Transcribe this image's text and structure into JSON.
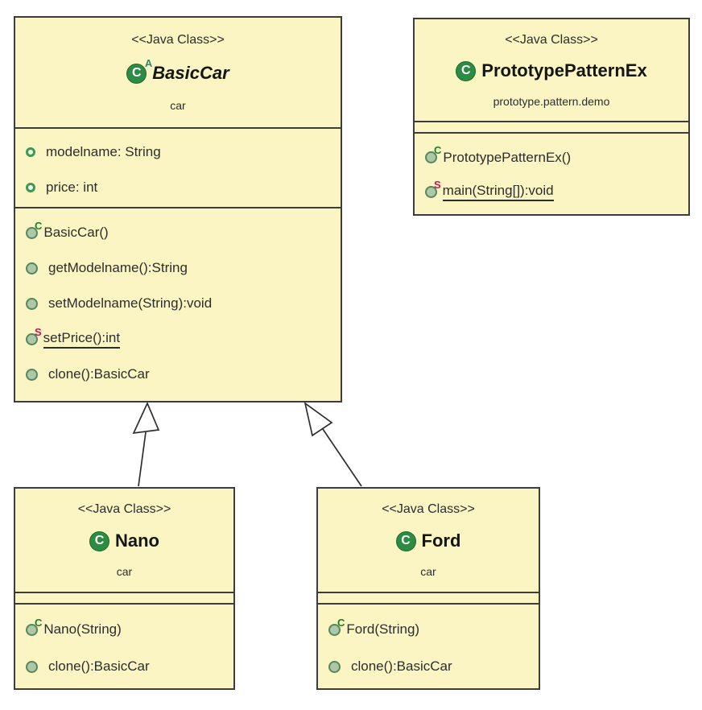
{
  "theme": {
    "canvas-bg": "#ffffff",
    "box-fill": "#fbf5c3",
    "box-border": "#3d3d3d",
    "text": "#2d2d2d",
    "class-icon-green": "#2e8b44",
    "field-ring-green": "#3b9a51",
    "method-fill": "#aec7a8",
    "method-ring": "#55875c",
    "constructor-badge-color": "#1e7d2c",
    "static-badge-color": "#c2185b",
    "arrow-color": "#2f2f2f"
  },
  "relations": [
    {
      "type": "generalization",
      "from": "Nano",
      "to": "BasicCar"
    },
    {
      "type": "generalization",
      "from": "Ford",
      "to": "BasicCar"
    }
  ],
  "classes": [
    {
      "stereotype": "<<Java Class>>",
      "icon_letter": "C",
      "abstract_badge": "A",
      "name": "BasicCar",
      "package": "car",
      "attributes": [
        {
          "label": "modelname: String"
        },
        {
          "label": "price: int"
        }
      ],
      "methods": [
        {
          "badge": "C",
          "label": "BasicCar()"
        },
        {
          "label": "getModelname():String"
        },
        {
          "label": "setModelname(String):void"
        },
        {
          "badge": "S",
          "label": "setPrice():int"
        },
        {
          "label": "clone():BasicCar"
        }
      ]
    },
    {
      "stereotype": "<<Java Class>>",
      "icon_letter": "C",
      "name": "PrototypePatternEx",
      "package": "prototype.pattern.demo",
      "attributes": [],
      "methods": [
        {
          "badge": "C",
          "label": "PrototypePatternEx()"
        },
        {
          "badge": "S",
          "label": "main(String[]):void"
        }
      ]
    },
    {
      "stereotype": "<<Java Class>>",
      "icon_letter": "C",
      "name": "Nano",
      "package": "car",
      "attributes": [],
      "methods": [
        {
          "badge": "C",
          "label": "Nano(String)"
        },
        {
          "label": "clone():BasicCar"
        }
      ]
    },
    {
      "stereotype": "<<Java Class>>",
      "icon_letter": "C",
      "name": "Ford",
      "package": "car",
      "attributes": [],
      "methods": [
        {
          "badge": "C",
          "label": "Ford(String)"
        },
        {
          "label": "clone():BasicCar"
        }
      ]
    }
  ]
}
